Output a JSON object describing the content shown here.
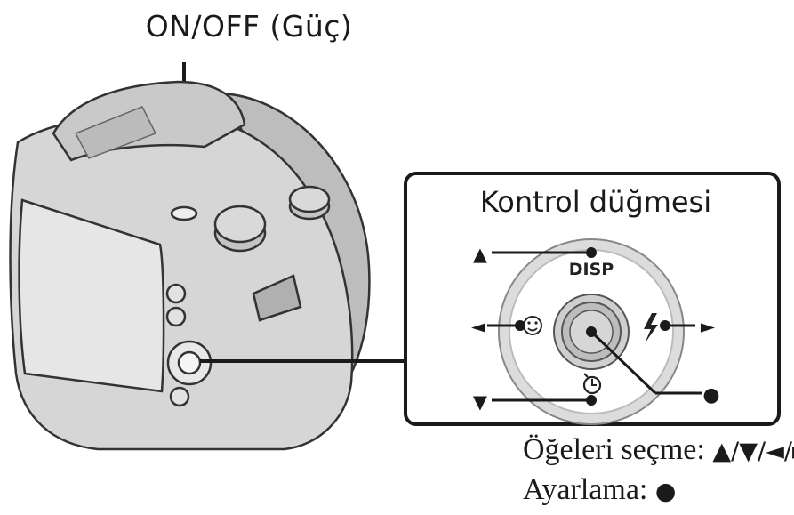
{
  "labels": {
    "power": "ON/OFF (Güç)",
    "control_panel_title": "Kontrol düğmesi",
    "disp": "DISP"
  },
  "directions": {
    "up": "▲",
    "down": "▼",
    "left": "◄",
    "right": "►",
    "center": "●"
  },
  "captions": {
    "select_text": "Öğeleri seçme:",
    "select_symbols": "▲/▼/◄/►",
    "set_text": "Ayarlama:",
    "set_symbol": "●"
  },
  "icons": {
    "up": "disp-label",
    "left": "face-icon",
    "right": "flash-icon",
    "down": "self-timer-icon"
  }
}
